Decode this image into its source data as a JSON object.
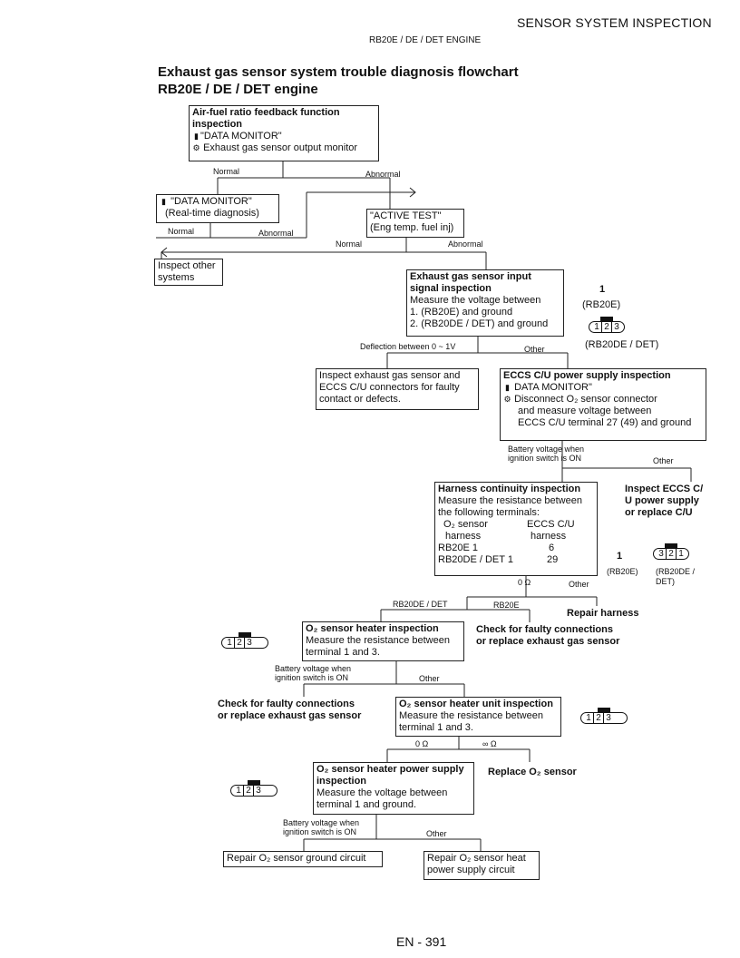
{
  "header": {
    "section": "SENSOR SYSTEM INSPECTION",
    "subtitle": "RB20E / DE / DET ENGINE"
  },
  "title": {
    "line1": "Exhaust gas sensor system trouble diagnosis flowchart",
    "line2": "RB20E / DE / DET engine"
  },
  "boxes": {
    "afr": {
      "title1": "Air-fuel ratio feedback function",
      "title2": "inspection",
      "line1": "\"DATA MONITOR\"",
      "line2": "Exhaust gas sensor output monitor"
    },
    "dm": {
      "line1": "\"DATA MONITOR\"",
      "line2": "(Real-time diagnosis)"
    },
    "at": {
      "line1": "\"ACTIVE TEST\"",
      "line2": "(Eng temp. fuel inj)"
    },
    "inspect_other": {
      "line1": "Inspect other",
      "line2": "systems"
    },
    "egs_input": {
      "title1": "Exhaust gas sensor input",
      "title2": "signal inspection",
      "line1": "Measure the voltage between",
      "line2": "1. (RB20E) and ground",
      "line3": "2. (RB20DE / DET) and ground"
    },
    "inspect_egs": {
      "line1": "Inspect exhaust gas sensor and",
      "line2": "ECCS C/U connectors for faulty",
      "line3": "contact or defects."
    },
    "eccs_power": {
      "title": "ECCS C/U power supply inspection",
      "line1": "DATA MONITOR\"",
      "line2": "Disconnect O₂ sensor connector",
      "line3": "and measure voltage between",
      "line4": "ECCS C/U terminal 27 (49) and ground"
    },
    "harness": {
      "title": "Harness continuity inspection",
      "line1": "Measure the resistance between",
      "line2": "the following terminals:",
      "col1_head1": "O₂ sensor",
      "col1_head2": "harness",
      "col2_head1": "ECCS C/U",
      "col2_head2": "harness",
      "row1_a": "RB20E  1",
      "row1_b": "6",
      "row2_a": "RB20DE / DET 1",
      "row2_b": "29"
    },
    "heater": {
      "title": "O₂ sensor heater inspection",
      "line1": "Measure the resistance between",
      "line2": "terminal 1 and 3."
    },
    "heater_unit": {
      "title": "O₂ sensor heater unit inspection",
      "line1": "Measure the resistance between",
      "line2": "terminal 1 and 3."
    },
    "heater_power": {
      "title1": "O₂ sensor heater power supply",
      "title2": "inspection",
      "line1": "Measure the voltage between",
      "line2": "terminal 1 and ground."
    },
    "repair_ground": {
      "line1": "Repair O₂ sensor ground circuit"
    },
    "repair_heat": {
      "line1": "Repair O₂ sensor heat",
      "line2": "power supply circuit"
    }
  },
  "outcomes": {
    "inspect_eccs": [
      "Inspect ECCS C/",
      "U power supply",
      "or replace C/U"
    ],
    "repair_harness": "Repair harness",
    "check_faulty_1": [
      "Check for faulty connections",
      "or replace exhaust gas sensor"
    ],
    "check_faulty_2": [
      "Check for faulty connections",
      "or replace exhaust gas sensor"
    ],
    "replace_o2": "Replace O₂ sensor"
  },
  "labels": {
    "normal1": "Normal",
    "abnormal1": "Abnormal",
    "normal2": "Normal",
    "abnormal2": "Abnormal",
    "normal3": "Normal",
    "abnormal3": "Abnormal",
    "deflection": "Deflection between 0 ~ 1V",
    "other1": "Other",
    "battery1a": "Battery voltage when",
    "battery1b": "ignition switch is ON",
    "other2": "Other",
    "zero_ohm1": "0 Ω",
    "other3": "Other",
    "rb20de_det": "RB20DE / DET",
    "rb20e": "RB20E",
    "battery2a": "Battery voltage when",
    "battery2b": "ignition switch is ON",
    "other4": "Other",
    "zero_ohm2": "0 Ω",
    "inf_ohm": "∞ Ω",
    "battery3a": "Battery voltage when",
    "battery3b": "ignition switch is ON",
    "other5": "Other"
  },
  "connectors": {
    "c1": {
      "num": "1",
      "label_a": "(RB20E)",
      "label_b": "(RB20DE / DET)",
      "pins": [
        "1",
        "2",
        "3"
      ]
    },
    "c2": {
      "num": "1",
      "label_a": "(RB20E)",
      "label_b1": "(RB20DE /",
      "label_b2": "DET)",
      "pins": [
        "3",
        "2",
        "1"
      ]
    },
    "c3": {
      "pins": [
        "1",
        "2",
        "3"
      ]
    },
    "c4": {
      "pins": [
        "1",
        "2",
        "3"
      ]
    },
    "c5": {
      "pins": [
        "1",
        "2",
        "3"
      ]
    }
  },
  "icons": {
    "monitor": "monitor-icon",
    "gear": "gear-icon"
  },
  "footer": {
    "page": "EN - 391"
  }
}
